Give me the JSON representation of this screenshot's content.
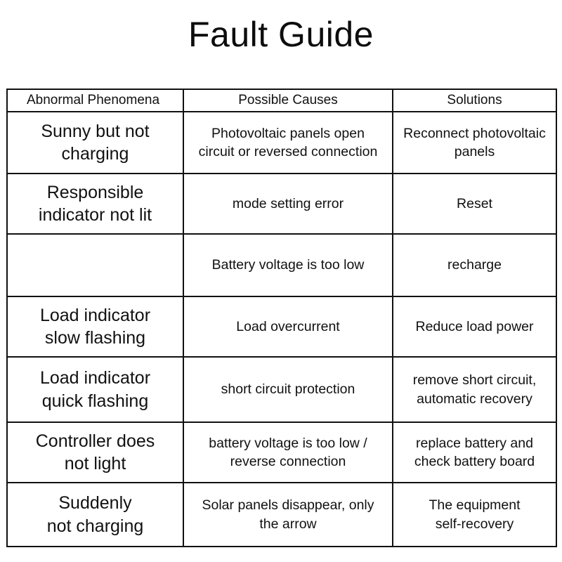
{
  "page": {
    "title": "Fault Guide",
    "background_color": "#ffffff",
    "text_color": "#111111",
    "border_color": "#111111"
  },
  "table": {
    "headers": {
      "phenomena": "Abnormal Phenomena",
      "causes": "Possible Causes",
      "solutions": "Solutions"
    },
    "rows": [
      {
        "phenomena": "Sunny but not\ncharging",
        "cause": "Photovoltaic panels open\ncircuit or reversed connection",
        "solution": "Reconnect photovoltaic\npanels"
      },
      {
        "phenomena": "Responsible\nindicator not lit",
        "cause": "mode setting error",
        "solution": "Reset"
      },
      {
        "phenomena": "",
        "cause": "Battery voltage is too low",
        "solution": "recharge"
      },
      {
        "phenomena": "Load indicator\nslow flashing",
        "cause": "Load overcurrent",
        "solution": "Reduce load power"
      },
      {
        "phenomena": "Load indicator\nquick flashing",
        "cause": "short circuit protection",
        "solution": "remove short circuit,\nautomatic recovery"
      },
      {
        "phenomena": "Controller does\nnot light",
        "cause": "battery voltage is too low /\nreverse connection",
        "solution": "replace battery and\ncheck battery board"
      },
      {
        "phenomena": "Suddenly\nnot charging",
        "cause": "Solar panels disappear, only\nthe arrow",
        "solution": "The equipment\nself-recovery"
      }
    ]
  }
}
